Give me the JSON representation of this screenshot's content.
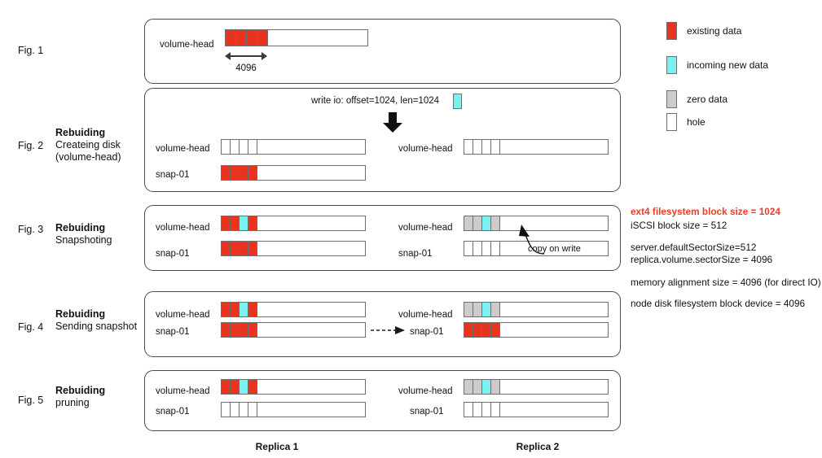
{
  "figures": [
    {
      "id": "fig1",
      "label": "Fig. 1",
      "caption_head": "",
      "caption_sub": "",
      "replica1": {
        "rows": [
          {
            "name": "volume-head",
            "cells": [
              "red",
              "red",
              "red",
              "red"
            ]
          }
        ]
      },
      "measure": {
        "value": "4096"
      }
    },
    {
      "id": "fig2",
      "label": "Fig. 2",
      "caption_head": "Rebuiding",
      "caption_sub": "Createing disk\n(volume-head)",
      "caption_sub_line1": "Createing disk",
      "caption_sub_line2": "(volume-head)",
      "write_io": "write io: offset=1024, len=1024",
      "replica1": {
        "rows": [
          {
            "name": "volume-head",
            "cells": [
              "hole",
              "hole",
              "hole",
              "hole"
            ]
          },
          {
            "name": "snap-01",
            "cells": [
              "red",
              "red",
              "red",
              "red"
            ]
          }
        ]
      },
      "replica2": {
        "rows": [
          {
            "name": "volume-head",
            "cells": [
              "hole",
              "hole",
              "hole",
              "hole"
            ]
          }
        ]
      }
    },
    {
      "id": "fig3",
      "label": "Fig. 3",
      "caption_head": "Rebuiding",
      "caption_sub": "Snapshoting",
      "annotation": "copy on write",
      "replica1": {
        "rows": [
          {
            "name": "volume-head",
            "cells": [
              "red",
              "red",
              "cyan",
              "red"
            ]
          },
          {
            "name": "snap-01",
            "cells": [
              "red",
              "red",
              "red",
              "red"
            ]
          }
        ]
      },
      "replica2": {
        "rows": [
          {
            "name": "volume-head",
            "cells": [
              "gray",
              "gray",
              "cyan",
              "gray"
            ]
          },
          {
            "name": "snap-01",
            "cells": [
              "hole",
              "hole",
              "hole",
              "hole"
            ]
          }
        ]
      }
    },
    {
      "id": "fig4",
      "label": "Fig. 4",
      "caption_head": "Rebuiding",
      "caption_sub": "Sending snapshot",
      "replica1": {
        "rows": [
          {
            "name": "volume-head",
            "cells": [
              "red",
              "red",
              "cyan",
              "red"
            ]
          },
          {
            "name": "snap-01",
            "cells": [
              "red",
              "red",
              "red",
              "red"
            ]
          }
        ]
      },
      "replica2": {
        "rows": [
          {
            "name": "volume-head",
            "cells": [
              "gray",
              "gray",
              "cyan",
              "gray"
            ]
          },
          {
            "name": "snap-01",
            "cells": [
              "red",
              "red",
              "red",
              "red"
            ]
          }
        ]
      }
    },
    {
      "id": "fig5",
      "label": "Fig. 5",
      "caption_head": "Rebuiding",
      "caption_sub": "pruning",
      "replica1": {
        "rows": [
          {
            "name": "volume-head",
            "cells": [
              "red",
              "red",
              "cyan",
              "red"
            ]
          },
          {
            "name": "snap-01",
            "cells": [
              "hole",
              "hole",
              "hole",
              "hole"
            ]
          }
        ]
      },
      "replica2": {
        "rows": [
          {
            "name": "volume-head",
            "cells": [
              "gray",
              "gray",
              "cyan",
              "gray"
            ]
          },
          {
            "name": "snap-01",
            "cells": [
              "hole",
              "hole",
              "hole",
              "hole"
            ]
          }
        ]
      }
    }
  ],
  "legend": {
    "items": [
      {
        "swatch": "red",
        "label": "existing data"
      },
      {
        "swatch": "cyan",
        "label": "incoming new data"
      },
      {
        "swatch": "gray",
        "label": "zero data"
      },
      {
        "swatch": "hole",
        "label": "hole"
      }
    ]
  },
  "specs": [
    {
      "text": "ext4 filesystem block size = 1024",
      "accent": true
    },
    {
      "text": "iSCSI block size = 512",
      "accent": false
    },
    {
      "text": "server.defaultSectorSize=512",
      "accent": false
    },
    {
      "text": "replica.volume.sectorSize = 4096",
      "accent": false
    },
    {
      "text": "memory alignment size = 4096 (for direct IO)",
      "accent": false
    },
    {
      "text": "node disk filesystem block device = 4096",
      "accent": false
    }
  ],
  "footers": {
    "replica1": "Replica 1",
    "replica2": "Replica 2"
  },
  "colors": {
    "existing_data": "#e8341f",
    "incoming_new_data": "#79f2f2",
    "zero_data": "#cccccc",
    "hole": "#ffffff",
    "accent_text": "#ef3b24",
    "stroke": "#6e6e6e"
  }
}
